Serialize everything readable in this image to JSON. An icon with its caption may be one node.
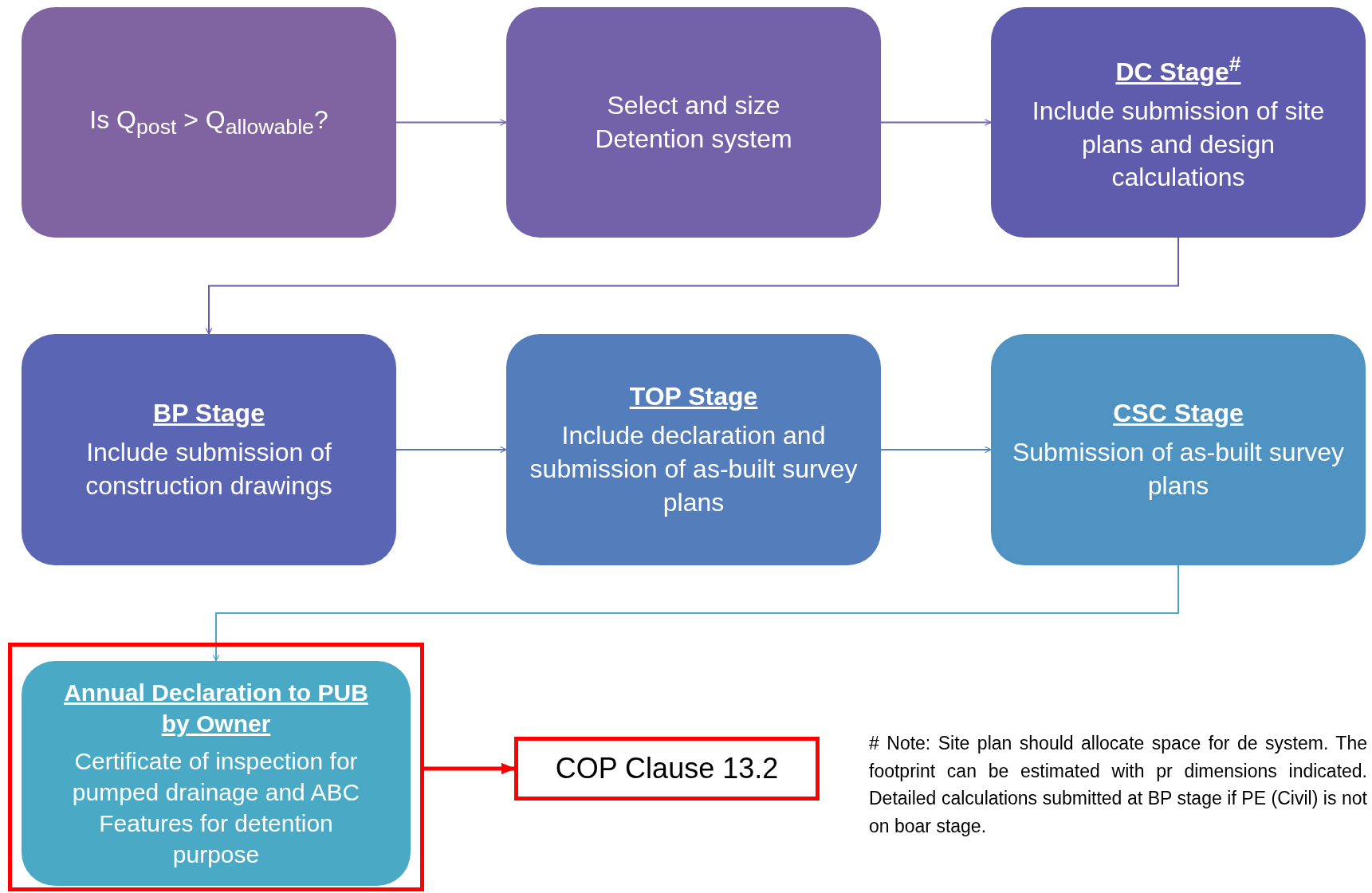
{
  "diagram": {
    "nodes": [
      {
        "text": [
          "Is Q$_{post}$ > Q$_{allowable}$?"
        ]
      },
      {
        "text": [
          "Select and size Detention system"
        ]
      },
      {
        "text": [
          "DC Stage$^{#}$",
          "Include submission of site plans and design calculations"
        ]
      },
      {
        "text": [
          "BP Stage",
          "Include submission of construction drawings"
        ]
      },
      {
        "text": [
          "TOP Stage",
          "Include declaration and submission of as-built survey plans"
        ]
      },
      {
        "text": [
          "CSC Stage",
          "Submission of as-built survey plans"
        ]
      },
      {
        "text": [],
        "shape": "box"
      },
      {
        "text": [
          "Annual Declaration to PUB by Owner",
          "Certificate of inspection for pumped drainage and ABC Features for detention purpose"
        ],
        "in": 6
      },
      {
        "text": [
          "COP Clause 13.2"
        ]
      }
    ],
    "edges": [
      {
        "from": 0,
        "to": 1,
        "arrow": "to",
        "color": "#7a66ae"
      },
      {
        "from": 1,
        "to": 2,
        "arrow": "to",
        "color": "#6e62b0"
      },
      {
        "from": 2,
        "to": 3,
        "arrow": "to",
        "color": "#5e5cb0"
      },
      {
        "from": 3,
        "to": 4,
        "arrow": "to",
        "color": "#5a74ba"
      },
      {
        "from": 4,
        "to": 5,
        "arrow": "to",
        "color": "#5684bf"
      },
      {
        "from": 5,
        "to": 7,
        "arrow": "to",
        "color": "#4aa6c9"
      },
      {
        "from": 6,
        "to": 8,
        "arrow": "to",
        "style": "thick",
        "color": "#ff0000"
      }
    ],
    "labels": [
      "# Note: Site plan should allocate space for de system. The footprint can be estimated with pr dimensions indicated. Detailed calculations submitted at BP stage if PE (Civil) is not on boar stage."
    ]
  }
}
